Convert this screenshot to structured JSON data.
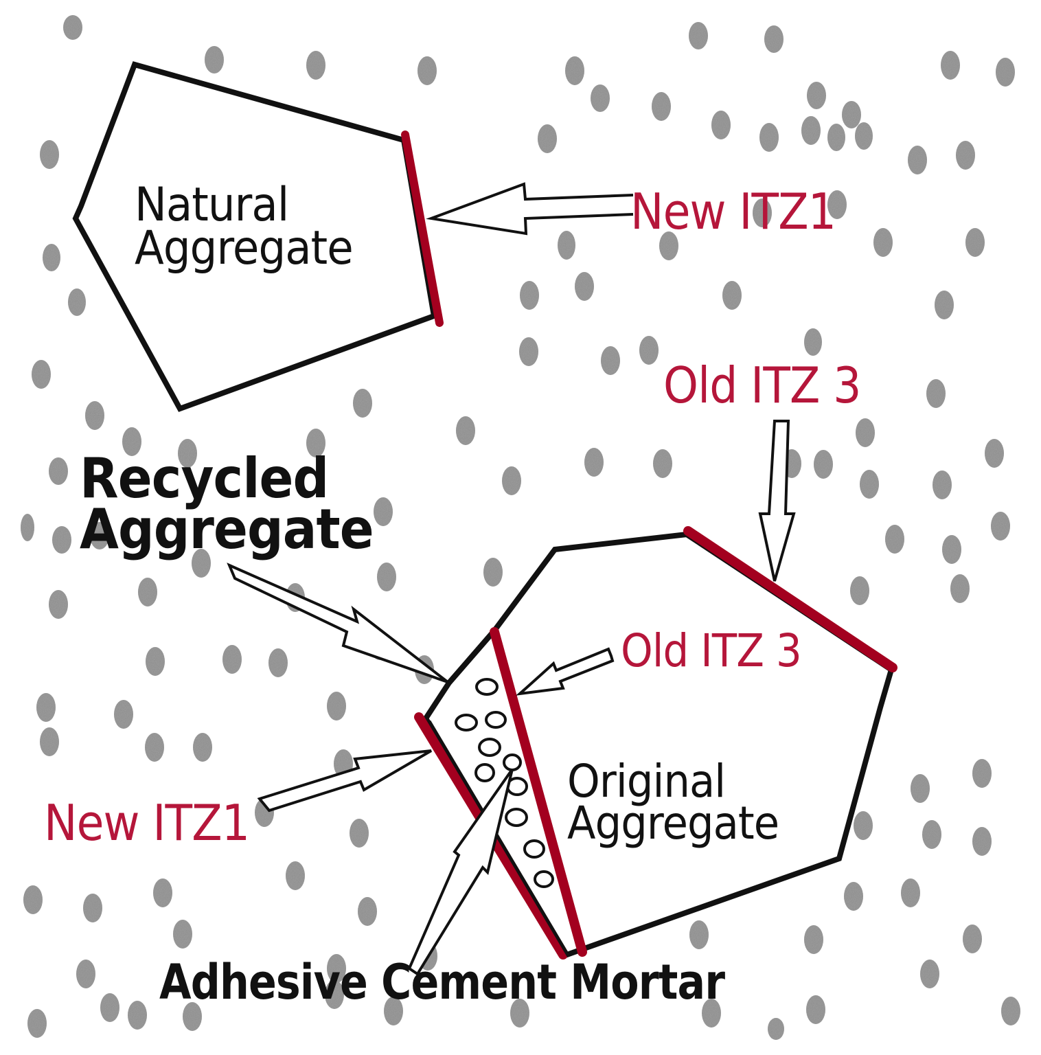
{
  "figure": {
    "labels": {
      "natural_aggregate": "Natural\nAggregate",
      "recycled_aggregate": "Recycled\nAggregate",
      "original_aggregate": "Original\nAggregate",
      "adhesive_cement_mortar": "Adhesive Cement Mortar",
      "new_itz1_top": "New ITZ1",
      "new_itz1_bottom": "New ITZ1",
      "old_itz3_top": "Old ITZ 3",
      "old_itz3_middle": "Old ITZ 3"
    },
    "colors": {
      "outline": "#111111",
      "itz_highlight": "#a3001f",
      "itz_label": "#b5163a",
      "sand_particles": "#8a8a8a",
      "background": "#ffffff"
    }
  }
}
